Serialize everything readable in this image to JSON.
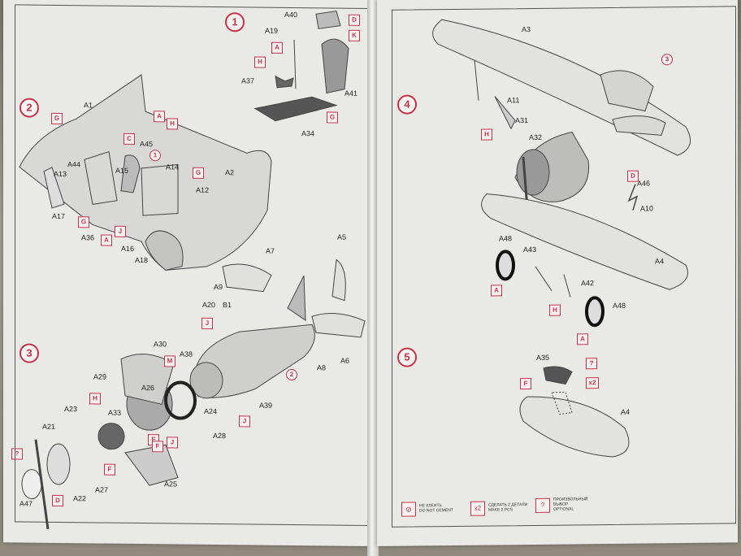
{
  "left_page": {
    "steps": [
      "1",
      "2",
      "3"
    ],
    "step1_parts": [
      "A40",
      "A19",
      "A37",
      "A34",
      "A41"
    ],
    "step1_tags": [
      "D",
      "K",
      "A",
      "H",
      "G"
    ],
    "step2_parts": [
      "A1",
      "A45",
      "A44",
      "A13",
      "A15",
      "A14",
      "A2",
      "A12",
      "A17",
      "A36",
      "A16",
      "A18"
    ],
    "step2_tags": [
      "G",
      "A",
      "H",
      "C",
      "G",
      "G",
      "J",
      "A"
    ],
    "step2_sub": "1",
    "step3_parts": [
      "A5",
      "A7",
      "A9",
      "A20",
      "B1",
      "A6",
      "A8",
      "A30",
      "A38",
      "A29",
      "A26",
      "A24",
      "A39",
      "A23",
      "A33",
      "A28",
      "A21",
      "A27",
      "A22",
      "A25",
      "A47"
    ],
    "step3_tags": [
      "J",
      "M",
      "H",
      "E",
      "F",
      "J",
      "J",
      "F",
      "?",
      "D"
    ],
    "step3_sub": "2"
  },
  "right_page": {
    "steps": [
      "4",
      "5"
    ],
    "step4_parts": [
      "A3",
      "A11",
      "A31",
      "A32",
      "A46",
      "A10",
      "A48",
      "A43",
      "A4",
      "A42",
      "A48"
    ],
    "step4_tags": [
      "H",
      "D",
      "A",
      "H",
      "A"
    ],
    "step4_sub": "3",
    "step5_parts": [
      "A35",
      "A4"
    ],
    "step5_tags": [
      "?",
      "F",
      "x2"
    ],
    "legend": [
      {
        "line1": "НЕ КЛЕИТЬ",
        "line2": "DO NOT CEMENT"
      },
      {
        "symbol": "x2",
        "line1": "СДЕЛАТЬ 2 ДЕТАЛИ",
        "line2": "MAKE 2 PCS"
      },
      {
        "symbol": "?",
        "line1": "ПРОИЗВОЛЬНЫЙ",
        "line2": "ВЫБОР",
        "line3": "OPTIONAL"
      }
    ]
  }
}
